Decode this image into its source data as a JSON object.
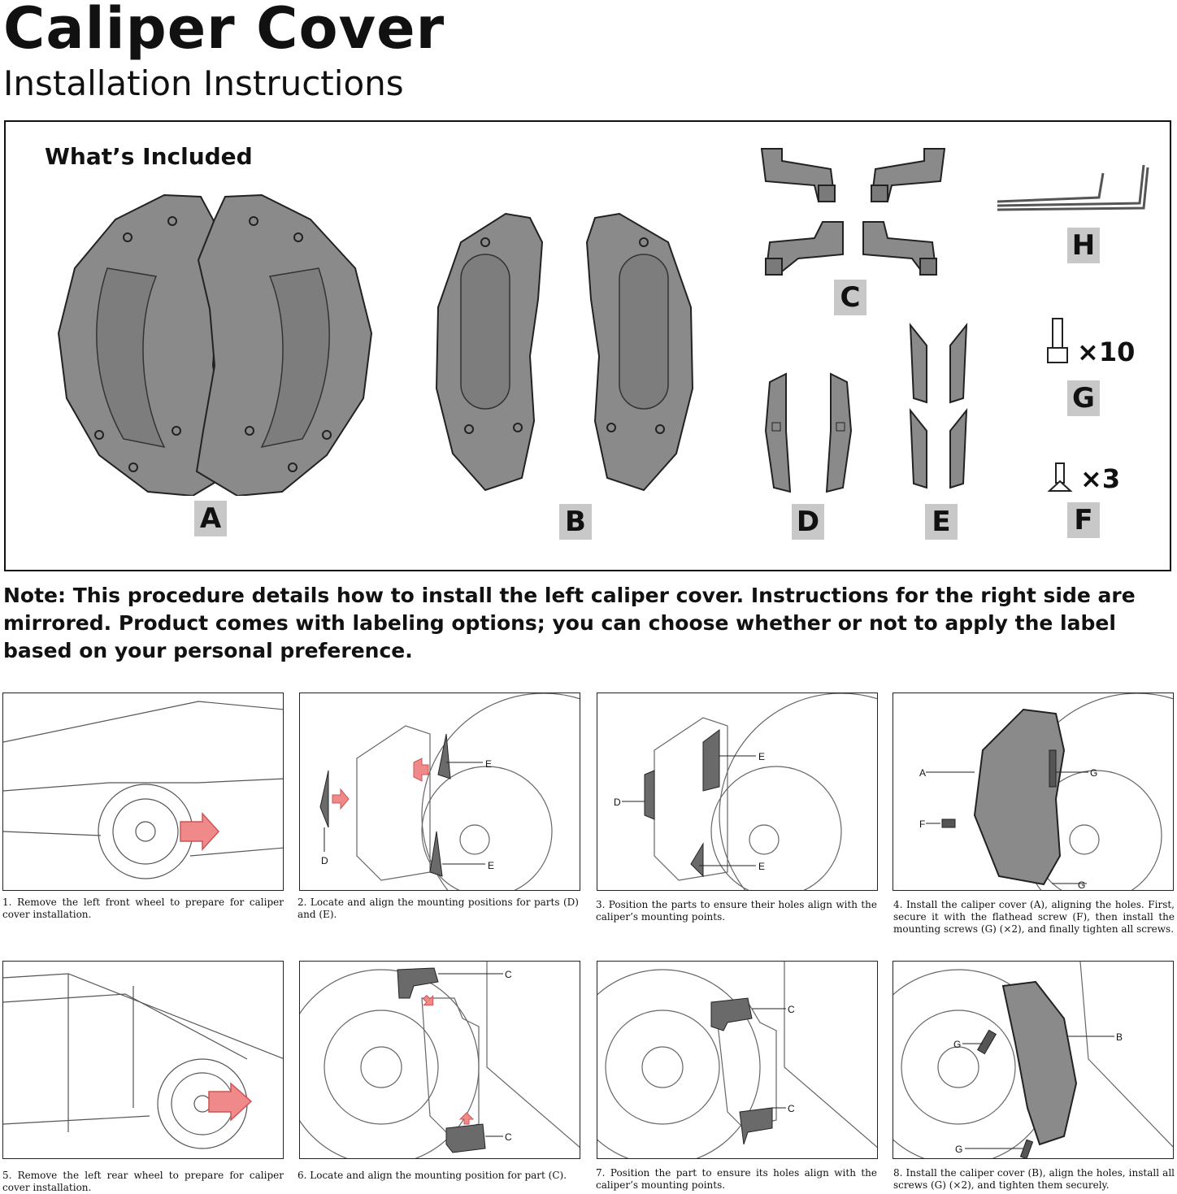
{
  "header": {
    "title": "Caliper Cover",
    "subtitle": "Installation Instructions"
  },
  "included": {
    "heading": "What’s Included",
    "parts": {
      "A": "A",
      "B": "B",
      "C": "C",
      "D": "D",
      "E": "E",
      "F": "F",
      "G": "G",
      "H": "H"
    },
    "quantities": {
      "G": "×10",
      "F": "×3"
    }
  },
  "note": {
    "text": "Note: This procedure details how to install the left caliper cover. Instructions for the right side are mirrored. Product comes with labeling options; you can choose whether or not to apply the label based on your personal preference."
  },
  "steps": [
    {
      "caption": "1. Remove the left front wheel to prepare for caliper cover installation.",
      "callouts": []
    },
    {
      "caption": "2. Locate and align the mounting positions for parts (D) and (E).",
      "callouts": [
        "E",
        "D",
        "E"
      ]
    },
    {
      "caption": "3. Position the parts to ensure their holes align with the caliper’s mounting points.",
      "callouts": [
        "E",
        "D",
        "E"
      ]
    },
    {
      "caption": "4. Install the caliper cover (A), aligning the holes. First, secure it with the flathead screw (F), then install the mounting screws (G) (×2), and finally tighten all screws.",
      "callouts": [
        "A",
        "G",
        "F",
        "G"
      ]
    },
    {
      "caption": "5. Remove the left rear wheel to prepare for caliper cover installation.",
      "callouts": []
    },
    {
      "caption": "6. Locate and align the mounting position for part (C).",
      "callouts": [
        "C",
        "C"
      ]
    },
    {
      "caption": "7. Position the part to ensure its holes align with the caliper’s mounting points.",
      "callouts": [
        "C",
        "C"
      ]
    },
    {
      "caption": "8. Install the caliper cover (B), align the holes, install all screws (G) (×2), and tighten them securely.",
      "callouts": [
        "G",
        "B",
        "G"
      ]
    }
  ],
  "colors": {
    "part_fill": "#8a8a8a",
    "label_bg": "#c8c8c8",
    "arrow": "#f08a8a",
    "outline": "#222222"
  }
}
